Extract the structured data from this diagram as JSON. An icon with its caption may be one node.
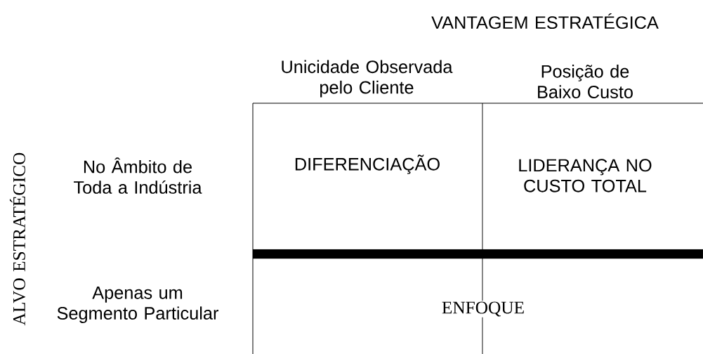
{
  "diagram": {
    "nodes": [
      {
        "text": [
          "DIFERENCIAÇÃO"
        ]
      },
      {
        "text": [
          "LIDERANÇA NO CUSTO TOTAL"
        ]
      },
      {
        "text": [
          "ENFOQUE"
        ]
      }
    ],
    "labels": [
      "VANTAGEM ESTRATÉGICA",
      "Unicidade Observada pelo Cliente",
      "Posição de Baixo Custo",
      "ALVO ESTRATÉGICO",
      "No Âmbito de Toda a Indústria",
      "Apenas um Segmento Particular"
    ]
  }
}
